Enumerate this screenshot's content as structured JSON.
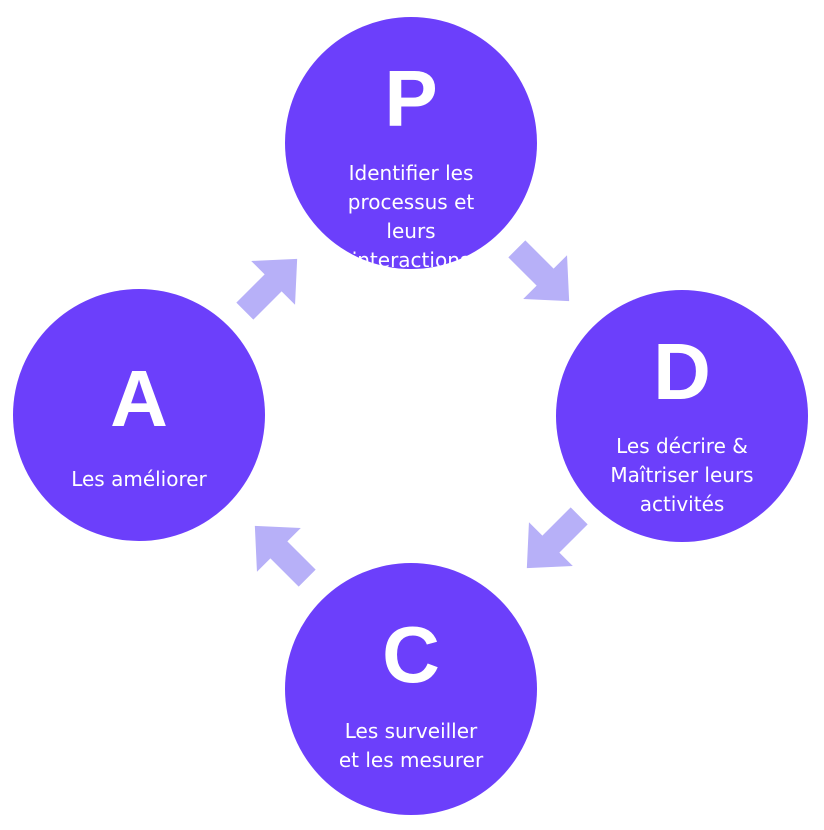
{
  "colors": {
    "circle_fill": "#6c3ffb",
    "circle_text": "#ffffff",
    "arrow_fill": "#b7b0f8"
  },
  "cycle": {
    "plan": {
      "letter": "P",
      "description": "Identifier les\nprocessus et\nleurs\ninteractions"
    },
    "do": {
      "letter": "D",
      "description": "Les décrire &\nMaîtriser leurs\nactivités"
    },
    "check": {
      "letter": "C",
      "description": "Les surveiller\net les mesurer"
    },
    "act": {
      "letter": "A",
      "description": "Les améliorer"
    }
  },
  "arrows": [
    {
      "name": "arrow-p-to-d",
      "direction": "down-right"
    },
    {
      "name": "arrow-d-to-c",
      "direction": "down-left"
    },
    {
      "name": "arrow-c-to-a",
      "direction": "up-left"
    },
    {
      "name": "arrow-a-to-p",
      "direction": "up-right"
    }
  ]
}
